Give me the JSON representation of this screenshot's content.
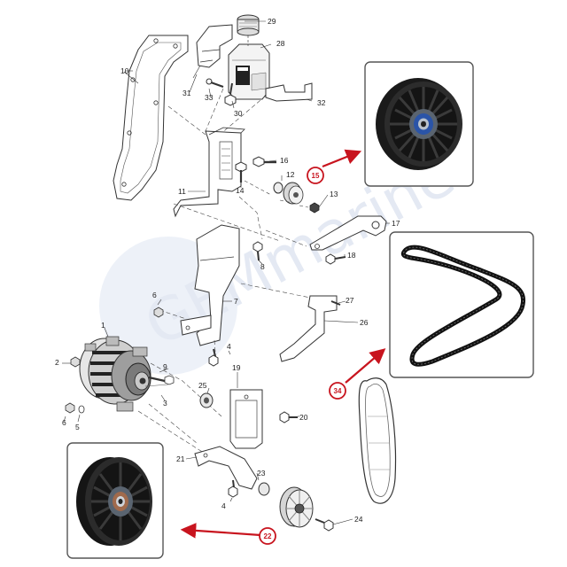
{
  "watermark": "GEMmarine",
  "callouts": {
    "c1": "1",
    "c2": "2",
    "c3": "3",
    "c4a": "4",
    "c4b": "4",
    "c5": "5",
    "c6a": "6",
    "c6b": "6",
    "c7": "7",
    "c8": "8",
    "c9": "9",
    "c10": "10",
    "c11": "11",
    "c12": "12",
    "c13": "13",
    "c14": "14",
    "c15": "15",
    "c16": "16",
    "c17": "17",
    "c18": "18",
    "c19": "19",
    "c20": "20",
    "c21": "21",
    "c22": "22",
    "c23": "23",
    "c24": "24",
    "c25": "25",
    "c26": "26",
    "c27": "27",
    "c28": "28",
    "c29": "29",
    "c30": "30",
    "c31": "31",
    "c32": "32",
    "c33": "33",
    "c34": "34"
  },
  "highlight_color": "#c8141e"
}
